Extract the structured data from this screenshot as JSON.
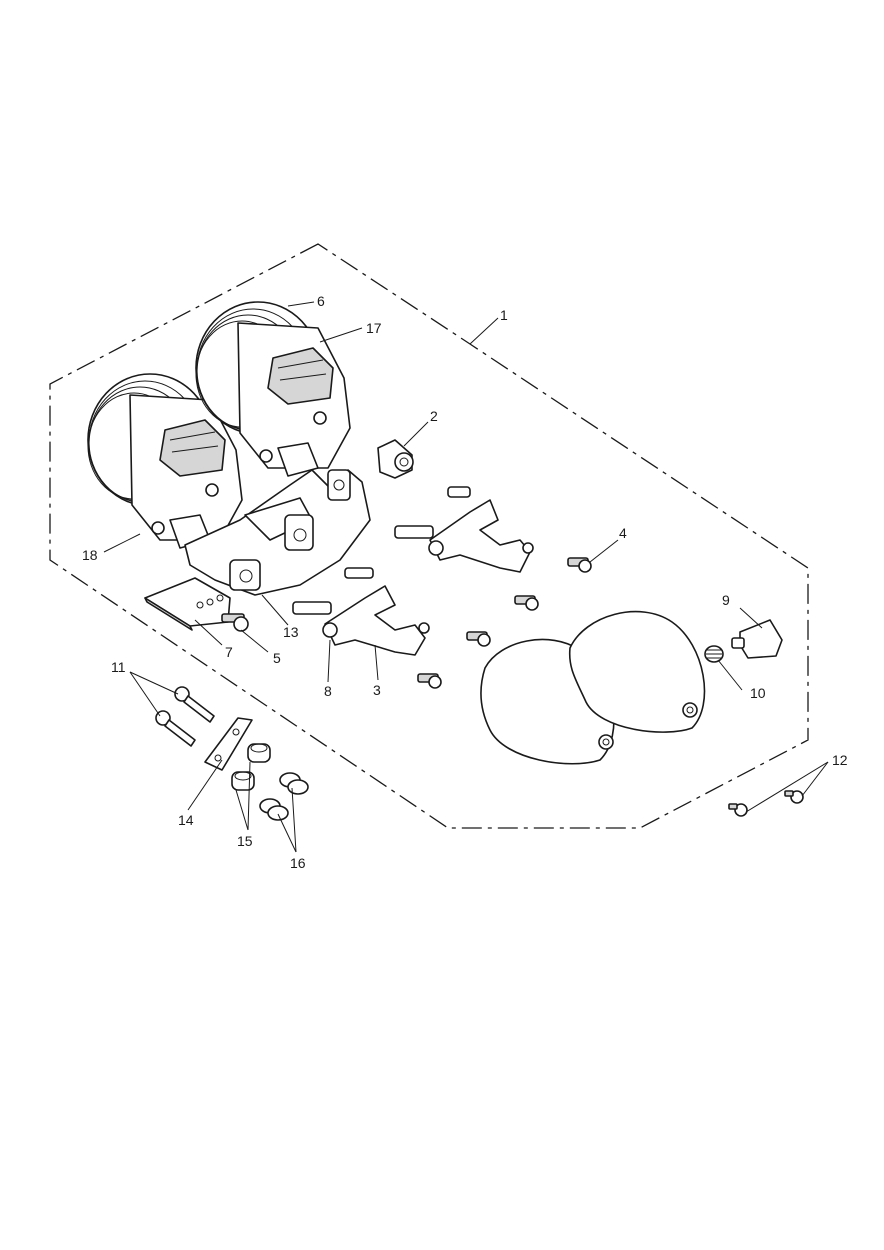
{
  "diagram": {
    "callouts": [
      "1",
      "2",
      "3",
      "4",
      "5",
      "6",
      "7",
      "8",
      "9",
      "10",
      "11",
      "12",
      "13",
      "14",
      "15",
      "16",
      "17",
      "18"
    ]
  },
  "colors": {
    "line": "#1a1a1a",
    "shade": "#d6d6d6",
    "background": "#ffffff"
  }
}
